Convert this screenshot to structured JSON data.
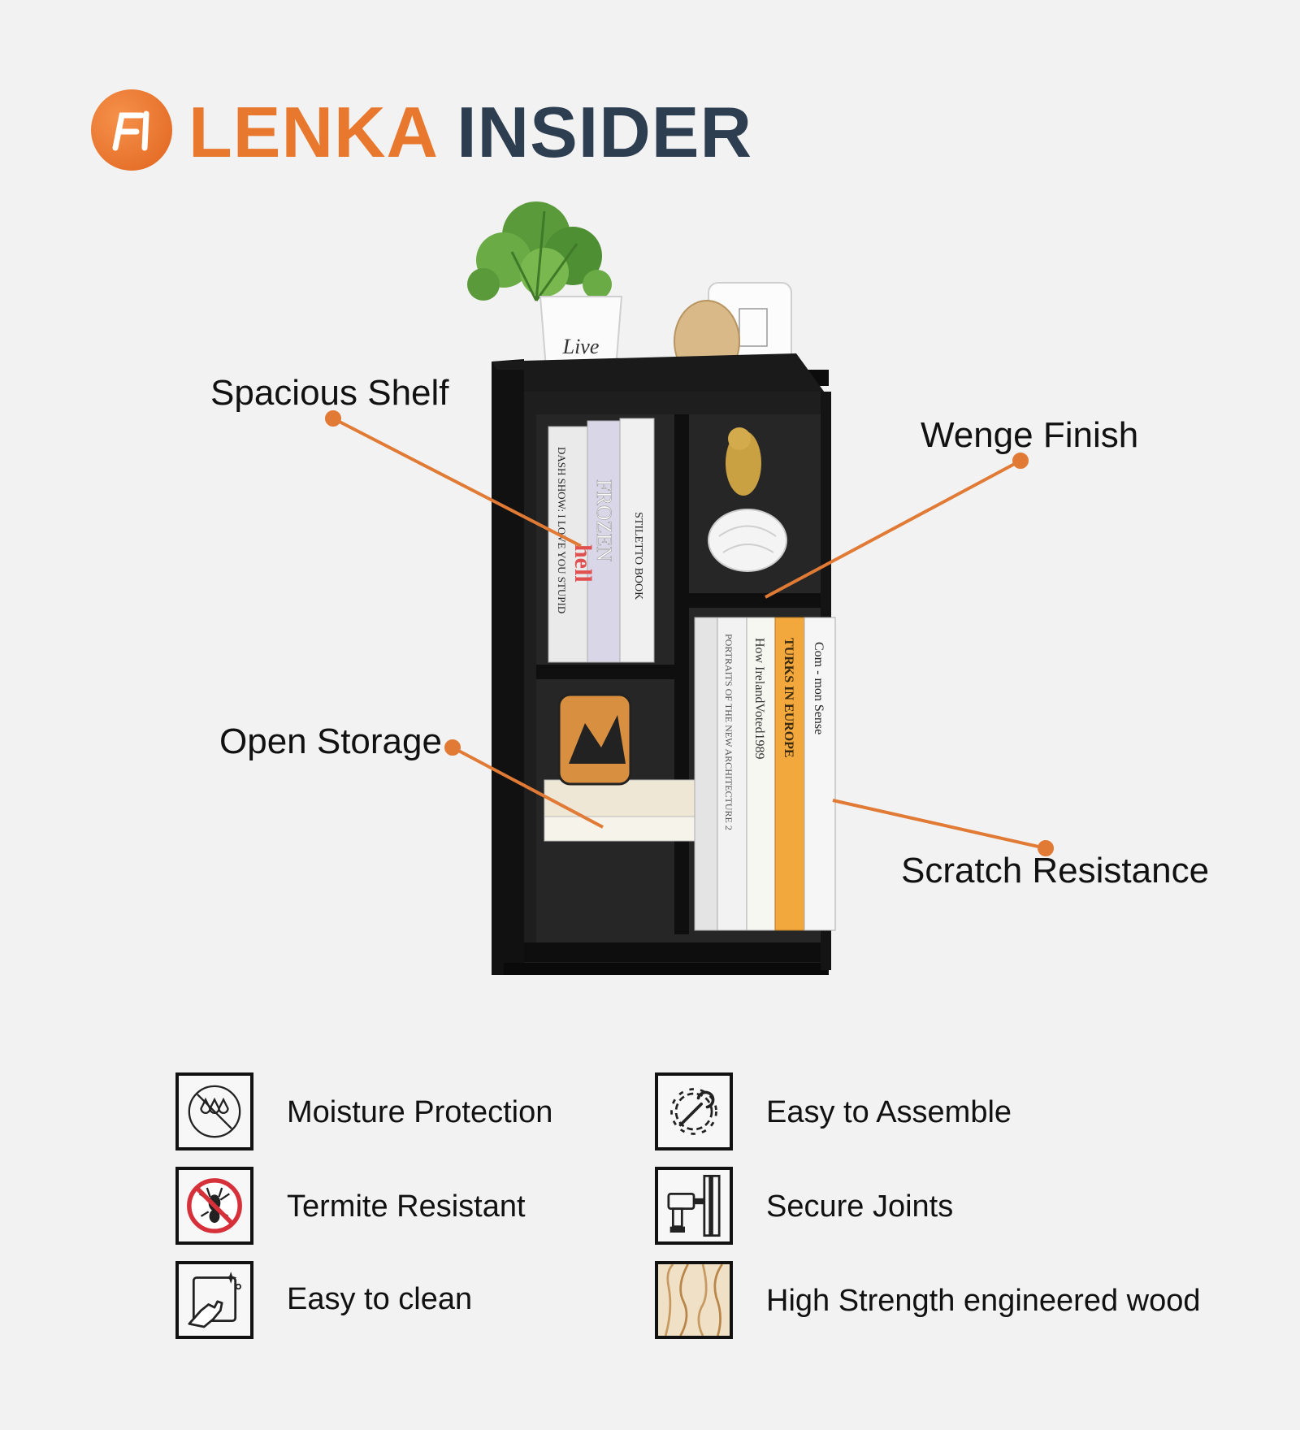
{
  "brand": {
    "name_part1": "LENKA",
    "name_part2": "INSIDER",
    "accent": "#e8782e",
    "dark": "#2c3e50"
  },
  "callouts": [
    {
      "label": "Spacious Shelf"
    },
    {
      "label": "Wenge Finish"
    },
    {
      "label": "Open Storage"
    },
    {
      "label": "Scratch Resistance"
    }
  ],
  "features": [
    {
      "label": "Moisture Protection",
      "icon": "water-drops-icon"
    },
    {
      "label": "Easy to Assemble",
      "icon": "gear-wrench-icon"
    },
    {
      "label": "Termite Resistant",
      "icon": "no-termite-icon"
    },
    {
      "label": "Secure Joints",
      "icon": "drill-icon"
    },
    {
      "label": "Easy to clean",
      "icon": "wipe-hand-icon"
    },
    {
      "label": "High Strength engineered wood",
      "icon": "wood-grain-icon"
    }
  ],
  "product_text": {
    "plant_pot": "Live",
    "book_a": "DASH SHOW: I LOVE YOU STUPID",
    "book_a_big": "hell",
    "book_b": "FROZEN",
    "book_c": "STILETTO BOOK",
    "book_d": "PORTRAITS OF THE NEW ARCHITECTURE 2",
    "book_e": "How IrelandVoted1989",
    "book_f": "TURKS IN EUROPE",
    "book_g": "Com - mon Sense"
  }
}
